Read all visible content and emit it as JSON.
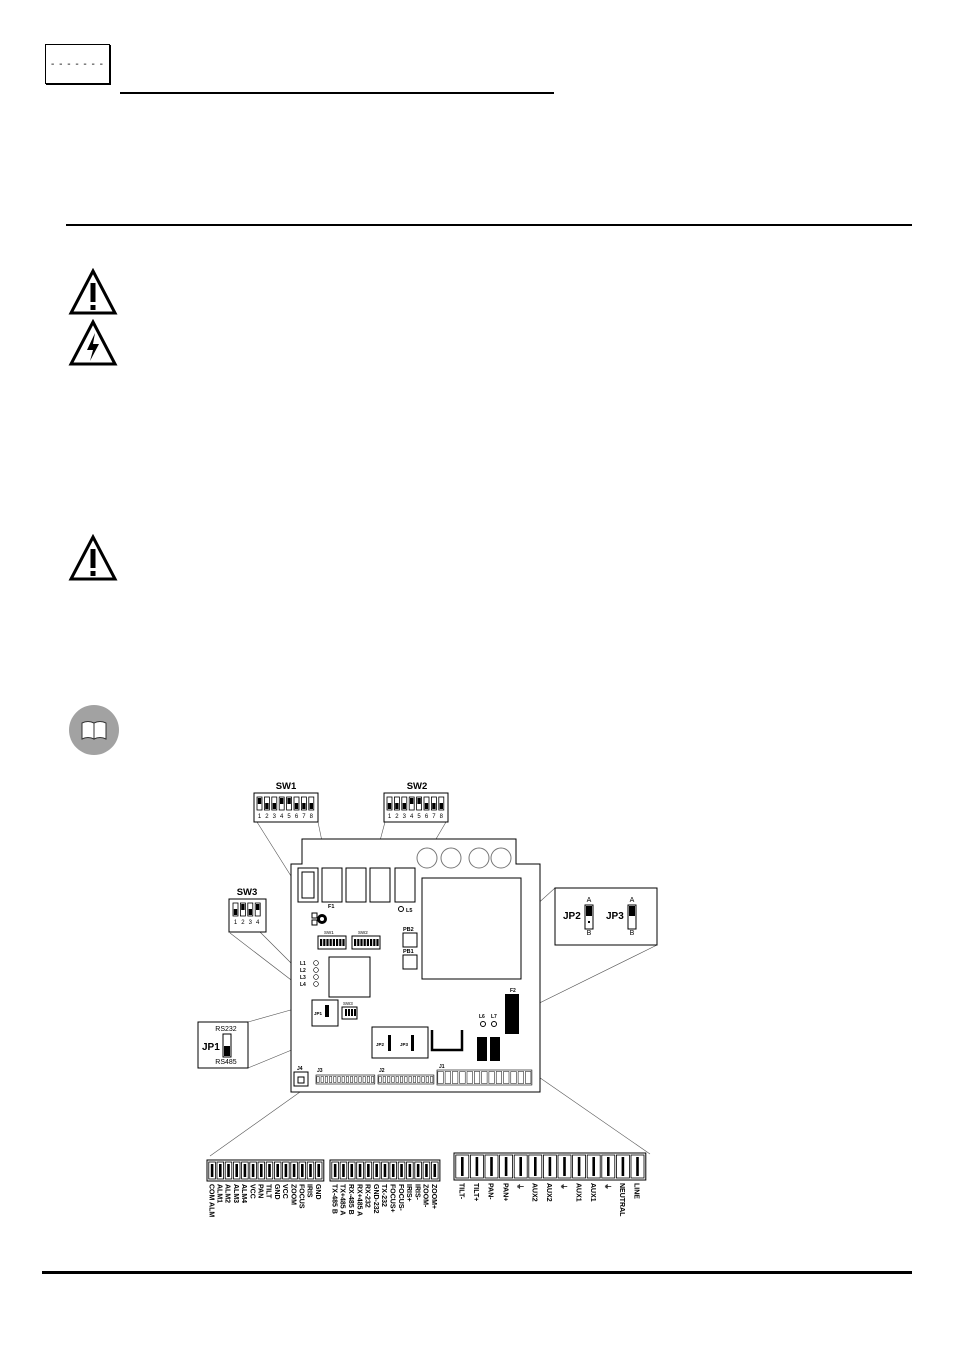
{
  "header": {
    "badge_label": "- - - - - - -"
  },
  "diagram": {
    "sw1": {
      "label": "SW1",
      "numbers": [
        "1",
        "2",
        "3",
        "4",
        "5",
        "6",
        "7",
        "8"
      ]
    },
    "sw2": {
      "label": "SW2",
      "numbers": [
        "1",
        "2",
        "3",
        "4",
        "5",
        "6",
        "7",
        "8"
      ]
    },
    "sw3": {
      "label": "SW3",
      "numbers": [
        "1",
        "2",
        "3",
        "4"
      ]
    },
    "jp1": {
      "label": "JP1",
      "top": "RS232",
      "bottom": "RS485"
    },
    "jp2": {
      "label": "JP2",
      "a": "A",
      "b": "B"
    },
    "jp3": {
      "label": "JP3",
      "a": "A",
      "b": "B"
    },
    "board": {
      "f1": "F1",
      "l5": "L5",
      "sw1": "SW1",
      "sw2": "SW2",
      "sw3": "SW3",
      "pb2": "PB2",
      "pb1": "PB1",
      "leds": [
        "L1",
        "L2",
        "L3",
        "L4"
      ],
      "jp1": "JP1",
      "jp2": "JP2",
      "jp3": "JP3",
      "l6": "L6",
      "l7": "L7",
      "f2": "F2",
      "j4": "J4",
      "j3": "J3",
      "j2": "J2",
      "j1": "J1"
    },
    "j3_labels": [
      "COM ALM",
      "ALM1",
      "ALM2",
      "ALM3",
      "ALM4",
      "VCC",
      "PAN",
      "TILT",
      "GND",
      "VCC",
      "ZOOM",
      "FOCUS",
      "IRIS",
      "GND"
    ],
    "j2_labels": [
      "TX-485 B",
      "TX+485 A",
      "RX-485 B",
      "RX+485 A",
      "RX-232",
      "GND-232",
      "TX-232",
      "FOCUS+",
      "FOCUS-",
      "IRIS+",
      "IRIS-",
      "ZOOM-",
      "ZOOM+"
    ],
    "j1_labels": [
      "TILT-",
      "TILT+",
      "PAN-",
      "PAN+",
      "⏚",
      "AUX2",
      "AUX2",
      "⏚",
      "AUX1",
      "AUX1",
      "⏚",
      "NEUTRAL",
      "LINE"
    ]
  }
}
